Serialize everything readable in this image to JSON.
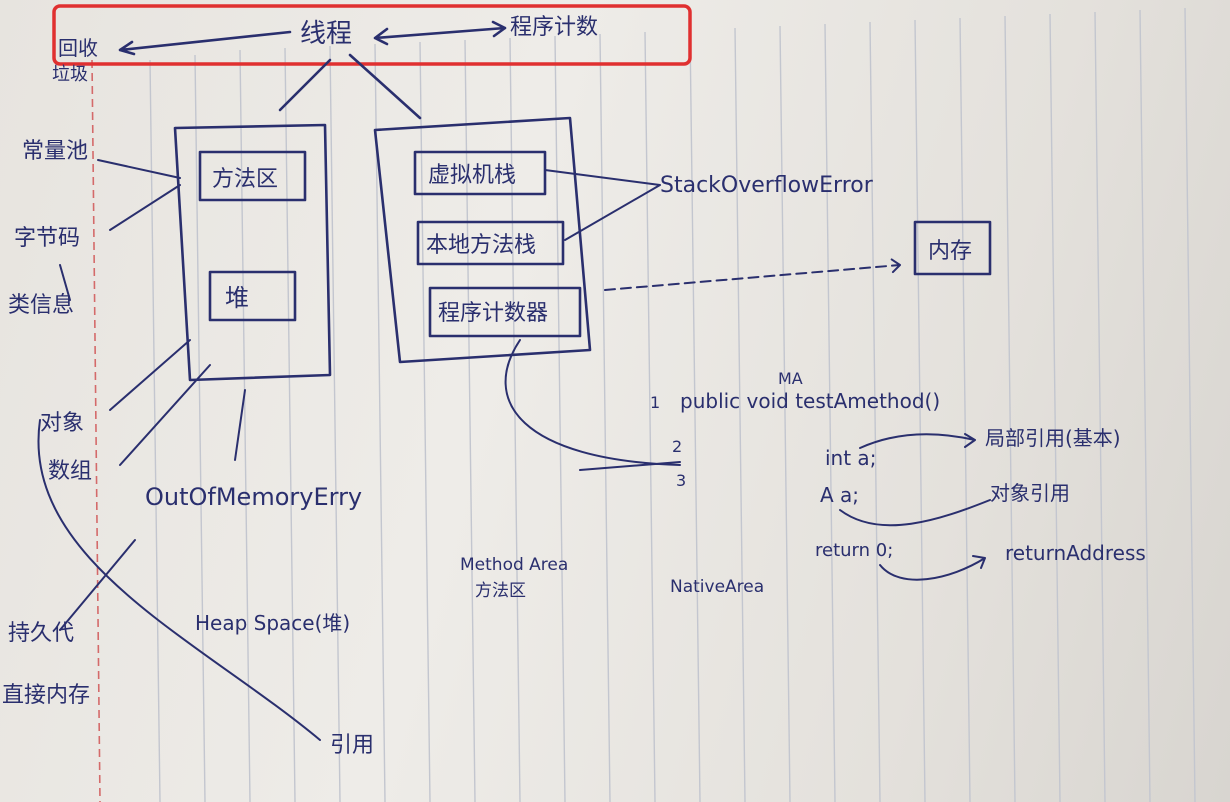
{
  "photo": {
    "subject": "handwritten JVM memory model notes on ruled paper",
    "highlight_color": "#e03030",
    "ink_color": "#2a2f6e"
  },
  "notes": {
    "header": {
      "left": "回收",
      "left_sub": "垃圾",
      "center": "线程",
      "right": "程序计数"
    },
    "left_margin": {
      "constants": "常量池",
      "fields": "字节码",
      "class_info": "类信息",
      "objects": "对象",
      "arrays": "数组",
      "perm": "持久代",
      "direct_memory": "直接内存",
      "reference": "引用"
    },
    "shared_box": {
      "method_area": "方法区",
      "heap": "堆",
      "oom": "OutOfMemoryErry",
      "heap_label": "Heap Space(堆)"
    },
    "thread_box": {
      "vm_stack": "虚拟机栈",
      "native_stack": "本地方法栈",
      "pc": "程序计数器",
      "soe": "StackOverflowError",
      "memory": "内存"
    },
    "code_sample": {
      "line1": "public void testAmethod()",
      "line1_mark": "MA",
      "local": "int a;",
      "local_note": "局部引用(基本)",
      "obj": "A a;",
      "obj_note": "对象引用",
      "ret": "return 0;",
      "ret_note": "returnAddress",
      "nums": [
        "1",
        "2",
        "3"
      ]
    },
    "labels": {
      "method_area": "Method Area",
      "method_area_cn": "方法区",
      "native": "NativeArea"
    }
  }
}
